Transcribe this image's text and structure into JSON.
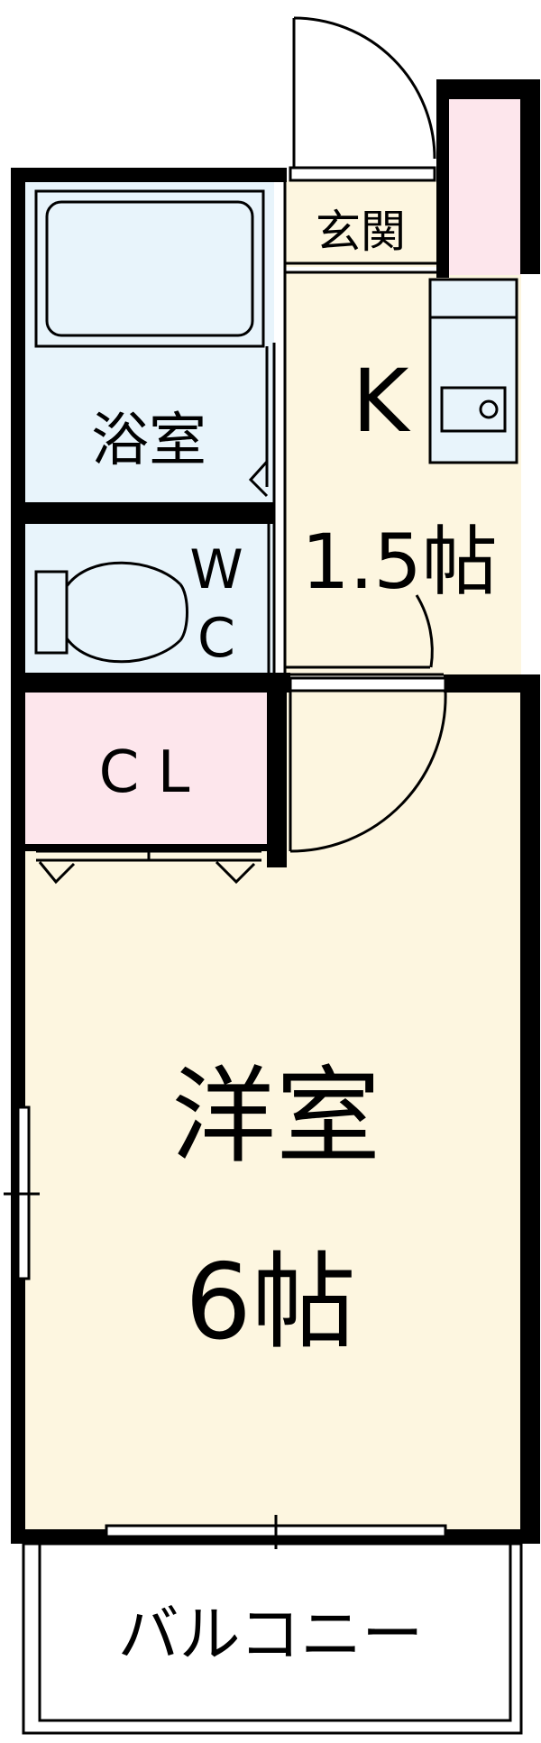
{
  "rooms": {
    "entrance": "玄関",
    "kitchen_letter": "K",
    "kitchen_size": "1.5帖",
    "bath": "浴室",
    "wc_w": "W",
    "wc_c": "C",
    "closet": "C L",
    "western_room": "洋室",
    "western_size": "6帖",
    "balcony": "バルコニー"
  },
  "colors": {
    "wall": "#000000",
    "wet_area": "#e8f4fb",
    "closet": "#fde6ec",
    "living": "#fdf6e0",
    "outline": "#000000"
  }
}
